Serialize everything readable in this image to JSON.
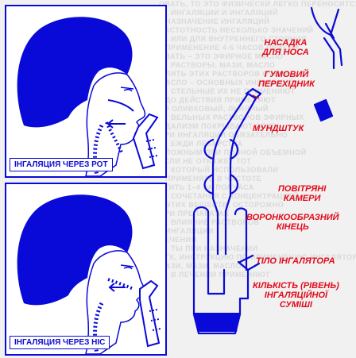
{
  "background_text": [
    "ОВАТЬ, ТО ЭТО ФИЗИЧЕСКИ ЛЕГКО ПЕРЕНОСИТСЯ",
    "ИНГАЛЯЦИИ И ИНГАЛЯЦИЙ",
    "НАЗНАЧЕНИЕ ИНГАЛЯЦИЙ",
    "ЧАСТОТНОСТЬ НЕСКОЛЬКО ЗНАЧЕНИЙ",
    "ИЛИ ДЛЯ ВНУТРЕННЕГО СТОЯНИЯ",
    "ПРИМЕНЕНИЕ 4-6 ЧАСОВ ПРИЕМА",
    "ОВАТЬ – ЭТО ЭФИРНОЕ МАСЛО",
    "РАСТВОРЫ, МАЗИ, МАСЛО",
    "ЛИТЬ ЭТИХ РАСТВОРОВ ОЧЕНЬ",
    "МАСЛО – ОСНОВНЫХ ИНГАЛЯЦИЙ",
    "СТЕЛЬНЫЕ ИХ НЕ ПРИМЕНЯЮТ",
    "ДО ДЕЙСТВИЯ ПРИМЕНЯЮТ",
    "ГО ОЛИВКОВЫЙ, ЛЬНЯНЫЙ",
    "ВЕЛЬНЫХ РАСТВОРОВ ЭФИРНЫХ",
    "ДАЛИЗМ ПОКРЫВАЮТ СЛИЗЬ",
    "ПРИ ИНГАЛЯЦИИ ОБЯЗАТЕЛЬНО",
    "ЕЖДИ ЛЕКАРСТВА",
    "ЛОЖНЫМ ПРИ ПОЛНОЙ ОБЪЕМНОЙ",
    "ЕСЛИ НЕ ОТКАЖЕТ ТОТ",
    "КОТОРЫЙ ИСПОЛЬЗОВАЛИ",
    "ПРИМЕНЯТЬ В ЧИСТОТЕ",
    "СТИТЬ 1–4 ЗА ПОЛЧАСА",
    "СОЧЕТАНИЯ С КОНЦЕНТРАЦИЕЙ",
    "ЭТИХ ВЕЩЕСТВ, ОСТОРОЖНО",
    "ПРИ ПРЕПАРАТАХ",
    "ВЛИЯНИЕ РАСТВОРОВ",
    "ИНГАЛЯЦИИ",
    "ЛЕЧЕНИЯ",
    "ТЫ ПРИ НАЗНАЧЕНИИ",
    "ГК, ИНСТРУКЦИЮ ПО ПРИМЕНЕНИЮ ИНГАЛЯТОРА",
    "МАЗИ, МАЗИ, МАСЛО",
    "В ЛЕЧЕНИИ ПРИМЕНЯЮТ"
  ],
  "panels": [
    {
      "caption": "ІНГАЛЯЦИЯ ЧЕРЕЗ РОТ"
    },
    {
      "caption": "ІНГАЛЯЦИЯ ЧЕРЕЗ НІС"
    }
  ],
  "labels": {
    "nasal_tip": [
      "НАСАДКА",
      "ДЛЯ НОСА"
    ],
    "rubber_adapter": [
      "ГУМОВИЙ",
      "ПЕРЕХІДНИК"
    ],
    "mouthpiece": [
      "МУНДШТУК"
    ],
    "air_chambers": [
      "ПОВІТРЯНІ",
      "КАМЕРИ"
    ],
    "funnel_end": [
      "ВОРОНКООБРАЗНИЙ",
      "КІНЕЦЬ"
    ],
    "inhaler_body": [
      "ТІЛО ІНГАЛЯТОРА"
    ],
    "mixture_level": [
      "КІЛЬКІСТЬ (РІВЕНЬ)",
      "ІНГАЛЯЦІЙНОЇ",
      "СУМІШІ"
    ]
  },
  "colors": {
    "ink_blue": "#0a0ad8",
    "label_red": "#e30b1b",
    "background": "#f1f1f1",
    "panel_bg": "#ffffff"
  }
}
